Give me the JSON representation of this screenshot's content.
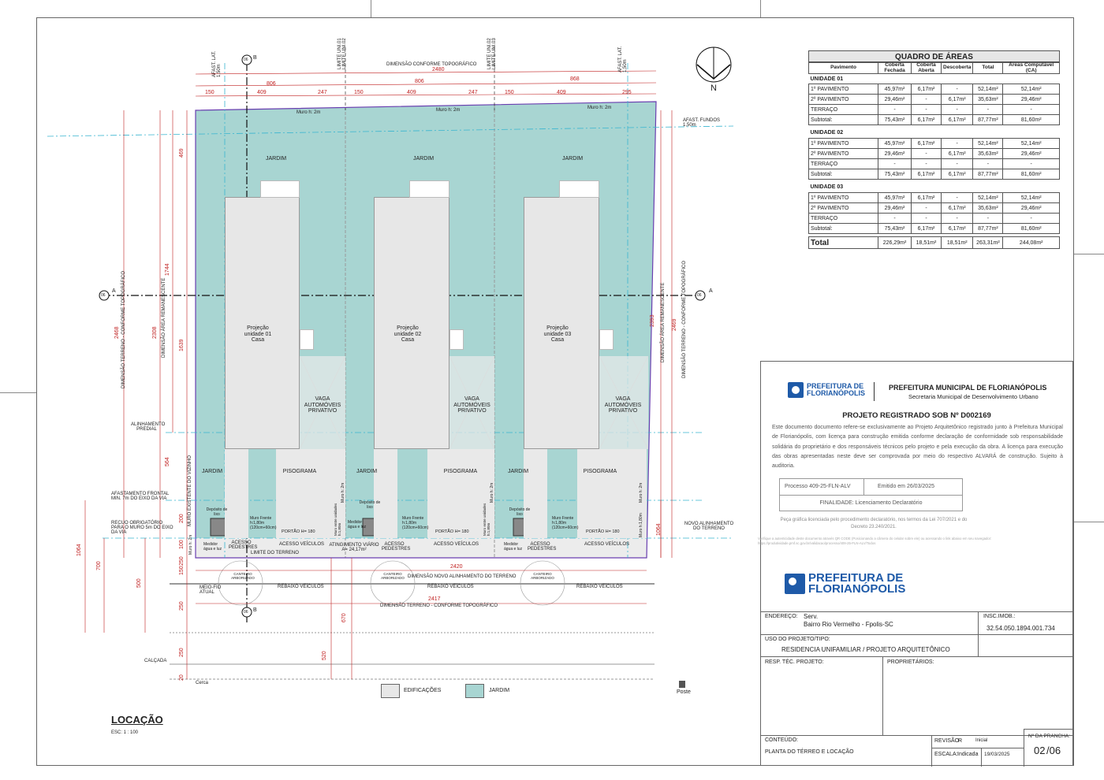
{
  "colors": {
    "jardim": "#a8d5d2",
    "edificacoes": "#e7e7e7",
    "dim_red": "#c02020",
    "brand_blue": "#1e5aa8",
    "boundary_purple": "#6a3fb0",
    "axis_cyan": "#39b5d0"
  },
  "drawing": {
    "title": "LOCAÇÃO",
    "scale": "ESC: 1 : 100",
    "north": "N",
    "section_b": "B",
    "section_a": "A",
    "section_ref": "06",
    "top_labels": {
      "afast_lat_left": "AFAST. LAT. 1,50m",
      "limite_left": "LIMITE UNI.01 LIMITE UNI.02",
      "limite_right": "LIMITE UNI.02 LIMITE UNI.03",
      "afast_lat_right": "AFAST. LAT. 1,50m",
      "dimensao_topo": "DIMENSÃO CONFORME TOPOGRÁFICO"
    },
    "top_dims": {
      "total": "2480",
      "a": "806",
      "b": "806",
      "c": "868",
      "d1": "150",
      "d2": "409",
      "d3": "247",
      "d4": "150",
      "d5": "409",
      "d6": "247",
      "d7": "150",
      "d8": "409",
      "d9": "295"
    },
    "muro_labels": [
      "Muro h: 2m",
      "Muro h: 2m",
      "Muro h: 2m"
    ],
    "afast_fundos": "AFAST. FUNDOS 1,50m",
    "left_texts": {
      "dim_terreno": "DIMENSÃO TERRENO - CONFORME TOPOGRÁFICO",
      "dim_area_rem": "DIMENSÃO ÁREA REMANESCENTE",
      "muro_vizinho": "MURO EXISTENTE DO VIZINHO",
      "alinhamento": "ALINHAMENTO PREDIAL",
      "afast_frontal": "AFASTAMENTO FRONTAL MIN. 7m DO EIXO DA VIA",
      "recuo": "RECUO OBRIGATÓRIO PARA O MURO 5m DO EIXO DA VIA",
      "meio_fio": "MEIO-FIO ATUAL",
      "calcada": "CALÇADA",
      "cerca": "Cerca",
      "muro_h2": "Muro h: 2m"
    },
    "left_dims": {
      "d2468": "2468",
      "d2308": "2308",
      "d1744": "1744",
      "d469": "469",
      "d1639": "1639",
      "d564": "564",
      "d1064": "1064",
      "d700": "700",
      "d500": "500",
      "d200": "200",
      "d100": "100",
      "d250a": "250",
      "d150": "150",
      "d250b": "250",
      "d250c": "250",
      "d20": "20"
    },
    "right_texts": {
      "dim_area_rem": "DIMENSÃO ÁREA REMANESCENTE",
      "dim_terreno": "DIMENSÃO TERRENO - CONFORME TOPOGRÁFICO",
      "novo_alinhamento": "NOVO ALINHAMENTO DO TERRENO",
      "muro_18": "Muro h:1,80m"
    },
    "right_dims": {
      "d2393": "2393",
      "d2469": "2469",
      "d1064": "1064"
    },
    "units": [
      {
        "jardim_top": "JARDIM",
        "projecao": "Projeção unidade 01 Casa",
        "vaga": "VAGA AUTOMÓVEIS PRIVATIVO",
        "jardim_bottom": "JARDIM",
        "pisograma": "PISOGRAMA",
        "deposito": "Depósito de lixo",
        "muro_frente": "Muro Frente h:1,80m (120cm+60cm)",
        "portao": "PORTÃO H= 180",
        "medidor": "Medidor água e luz",
        "acesso_ped": "ACESSO PEDESTRES",
        "acesso_vei": "ACESSO VEÍCULOS",
        "canteiro": "CANTEIRO ARBORIZADO",
        "rebaixo": "REBAIXO VEÍCULOS",
        "muro_side": "Muro h: 2m"
      },
      {
        "jardim_top": "JARDIM",
        "projecao": "Projeção unidade 02 Casa",
        "vaga": "VAGA AUTOMÓVEIS PRIVATIVO",
        "jardim_bottom": "JARDIM",
        "pisograma": "PISOGRAMA",
        "deposito": "Depósito de lixo",
        "muro_frente": "Muro Frente h:1,80m (120cm+60cm)",
        "portao": "PORTÃO H= 180",
        "medidor": "Medidor água e luz",
        "acesso_ped": "ACESSO PEDESTRES",
        "acesso_vei": "ACESSO VEÍCULOS",
        "canteiro": "CANTEIRO ARBORIZADO",
        "rebaixo": "REBAIXO VEÍCULOS",
        "muro_side": "Muro h: 2m",
        "muro_entre": "Muro entre unidades h:1,80m"
      },
      {
        "jardim_top": "JARDIM",
        "projecao": "Projeção unidade 03 Casa",
        "vaga": "VAGA AUTOMÓVEIS PRIVATIVO",
        "jardim_bottom": "JARDIM",
        "pisograma": "PISOGRAMA",
        "deposito": "Depósito de lixo",
        "muro_frente": "Muro Frente h:1,80m (120cm+60cm)",
        "portao": "PORTÃO H= 180",
        "medidor": "Medidor água e luz",
        "acesso_ped": "ACESSO PEDESTRES",
        "acesso_vei": "ACESSO VEÍCULOS",
        "canteiro": "CANTEIRO ARBORIZADO",
        "rebaixo": "REBAIXO VEÍCULOS",
        "muro_side": "Muro h: 2m",
        "muro_entre": "Muro entre unidades h:1,80m"
      }
    ],
    "limite_terreno": "LIMITE DO TERRENO",
    "atingimento": "ATINGIMENTO VIÁRIO A= 24,17m²",
    "dim_novo_alinhamento": "DIMENSÃO NOVO ALINHAMENTO DO TERRENO",
    "d2420": "2420",
    "d2417": "2417",
    "dim_terreno_bottom": "DIMENSÃO TERRENO - CONFORME TOPOGRÁFICO",
    "d520": "520",
    "d670": "670",
    "legend": {
      "edificacoes": "EDIFICAÇÕES",
      "jardim": "JARDIM",
      "poste": "Poste"
    }
  },
  "quadro": {
    "title": "QUADRO DE ÁREAS",
    "headers": [
      "Pavimento",
      "Coberta Fechada",
      "Coberta Aberta",
      "Descoberta",
      "Total",
      "Áreas Computável (CA)"
    ],
    "units": [
      {
        "name": "UNIDADE 01",
        "rows": [
          [
            "1º PAVIMENTO",
            "45,97m²",
            "6,17m²",
            "-",
            "52,14m²",
            "52,14m²"
          ],
          [
            "2º PAVIMENTO",
            "29,46m²",
            "-",
            "6,17m²",
            "35,63m²",
            "29,46m²"
          ],
          [
            "TERRAÇO",
            "-",
            "-",
            "-",
            "-",
            "-"
          ],
          [
            "Subtotal:",
            "75,43m²",
            "6,17m²",
            "6,17m²",
            "87,77m²",
            "81,60m²"
          ]
        ]
      },
      {
        "name": "UNIDADE 02",
        "rows": [
          [
            "1º PAVIMENTO",
            "45,97m²",
            "6,17m²",
            "-",
            "52,14m²",
            "52,14m²"
          ],
          [
            "2º PAVIMENTO",
            "29,46m²",
            "-",
            "6,17m²",
            "35,63m²",
            "29,46m²"
          ],
          [
            "TERRAÇO",
            "-",
            "-",
            "-",
            "-",
            "-"
          ],
          [
            "Subtotal:",
            "75,43m²",
            "6,17m²",
            "6,17m²",
            "87,77m²",
            "81,60m²"
          ]
        ]
      },
      {
        "name": "UNIDADE 03",
        "rows": [
          [
            "1º PAVIMENTO",
            "45,97m²",
            "6,17m²",
            "-",
            "52,14m²",
            "52,14m²"
          ],
          [
            "2º PAVIMENTO",
            "29,46m²",
            "-",
            "6,17m²",
            "35,63m²",
            "29,46m²"
          ],
          [
            "TERRAÇO",
            "-",
            "-",
            "-",
            "-",
            "-"
          ],
          [
            "Subtotal:",
            "75,43m²",
            "6,17m²",
            "6,17m²",
            "87,77m²",
            "81,60m²"
          ]
        ]
      }
    ],
    "total": [
      "Total",
      "226,29m²",
      "18,51m²",
      "18,51m²",
      "263,31m²",
      "244,08m²"
    ]
  },
  "stamp": {
    "logo_line1": "PREFEITURA DE",
    "logo_line2": "FLORIANÓPOLIS",
    "org": "PREFEITURA MUNICIPAL DE FLORIANÓPOLIS",
    "dept": "Secretaria Municipal de Desenvolvimento Urbano",
    "registro": "PROJETO REGISTRADO SOB Nº D002169",
    "text": "Este documento documento refere-se exclusivamente ao Projeto Arquitetônico registrado junto à Prefeitura Municipal de Florianópolis, com licença para construção emitida conforme declaração de conformidade sob responsabilidade solidária do proprietário e dos responsáveis técnicos pelo projeto e pela execução da obra. A licença para execução das obras apresentadas neste deve ser comprovada por meio do respectivo ALVARÁ de construção. Sujeito à auditoria.",
    "processo": "Processo 409-25-FLN-ALV",
    "emitido": "Emitido em 26/03/2025",
    "finalidade": "FINALIDADE: Licenciamento Declaratório",
    "peca": "Peça gráfica licenciada pelo procedimento declaratório, nos termos da Lei 707/2021 e do Decreto 23.240/2021.",
    "verifique": "Verifique a autenticidade deste documento através QR CODE (Posicionando a câmera do celular sobre ele) ou acessando o link abaixo em seu navegador: https://produtividade.pmf.sc.gov.br/validacao/processo/409-25-FLN-ALV/Todos"
  },
  "titleblock": {
    "logo_line1": "PREFEITURA DE",
    "logo_line2": "FLORIANÓPOLIS",
    "endereco_label": "ENDEREÇO:",
    "endereco_value1": "Serv.",
    "endereco_value2": "Bairro Rio Vermelho - Fpolis-SC",
    "insc_label": "INSC.IMOB.:",
    "insc_value": "32.54.050.1894.001.734",
    "uso_label": "USO DO PROJETO/TIPO:",
    "uso_value": "RESIDENCIA UNIFAMILIAR / PROJETO ARQUITETÔNICO",
    "resp_label": "RESP. TÉC. PROJETO:",
    "prop_label": "PROPRIETÁRIOS:",
    "conteudo_label": "CONTEÚDO:",
    "conteudo_value": "PLANTA DO TÉRREO E LOCAÇÃO",
    "revisao_label": "REVISÃO",
    "revisao_value": "R",
    "revisao_desc": "Inicial",
    "escala_label": "ESCALA:",
    "escala_value": "Indicada",
    "data": "19/03/2025",
    "prancha_label": "Nº DA PRANCHA:",
    "prancha_value": "02",
    "prancha_total": "/06"
  }
}
